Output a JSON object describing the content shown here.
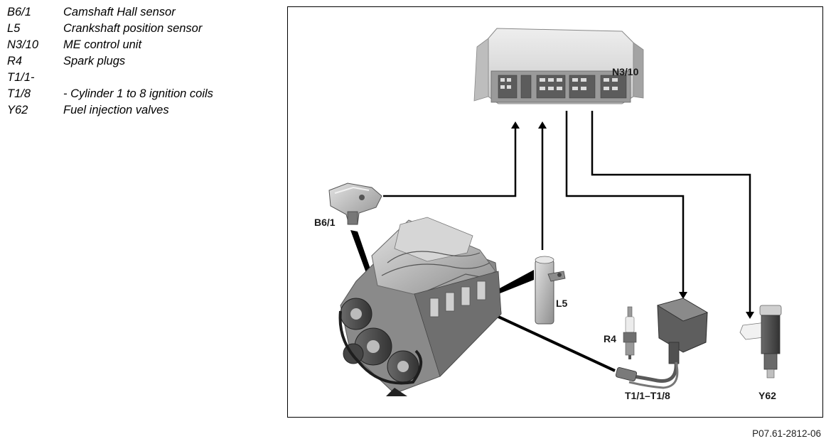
{
  "legend": [
    {
      "code": "B6/1",
      "desc": "Camshaft Hall sensor"
    },
    {
      "code": "L5",
      "desc": "Crankshaft position sensor"
    },
    {
      "code": "N3/10",
      "desc": "ME control unit"
    },
    {
      "code": "R4",
      "desc": "Spark plugs"
    },
    {
      "code": "T1/1-",
      "desc": ""
    },
    {
      "code": "T1/8",
      "desc": "- Cylinder 1 to 8 ignition coils"
    },
    {
      "code": "Y62",
      "desc": "Fuel injection valves"
    }
  ],
  "diagram": {
    "labels": {
      "n3_10": "N3/10",
      "b6_1": "B6/1",
      "l5": "L5",
      "r4": "R4",
      "t1": "T1/1–T1/8",
      "y62": "Y62"
    }
  },
  "figure_code": "P07.61-2812-06",
  "colors": {
    "ecu_body": "#d7d7d7",
    "ecu_shadow": "#9b9b9b",
    "engine_metal": "#b9b9b9",
    "engine_dark": "#4a4a4a",
    "arrow": "#000000"
  }
}
